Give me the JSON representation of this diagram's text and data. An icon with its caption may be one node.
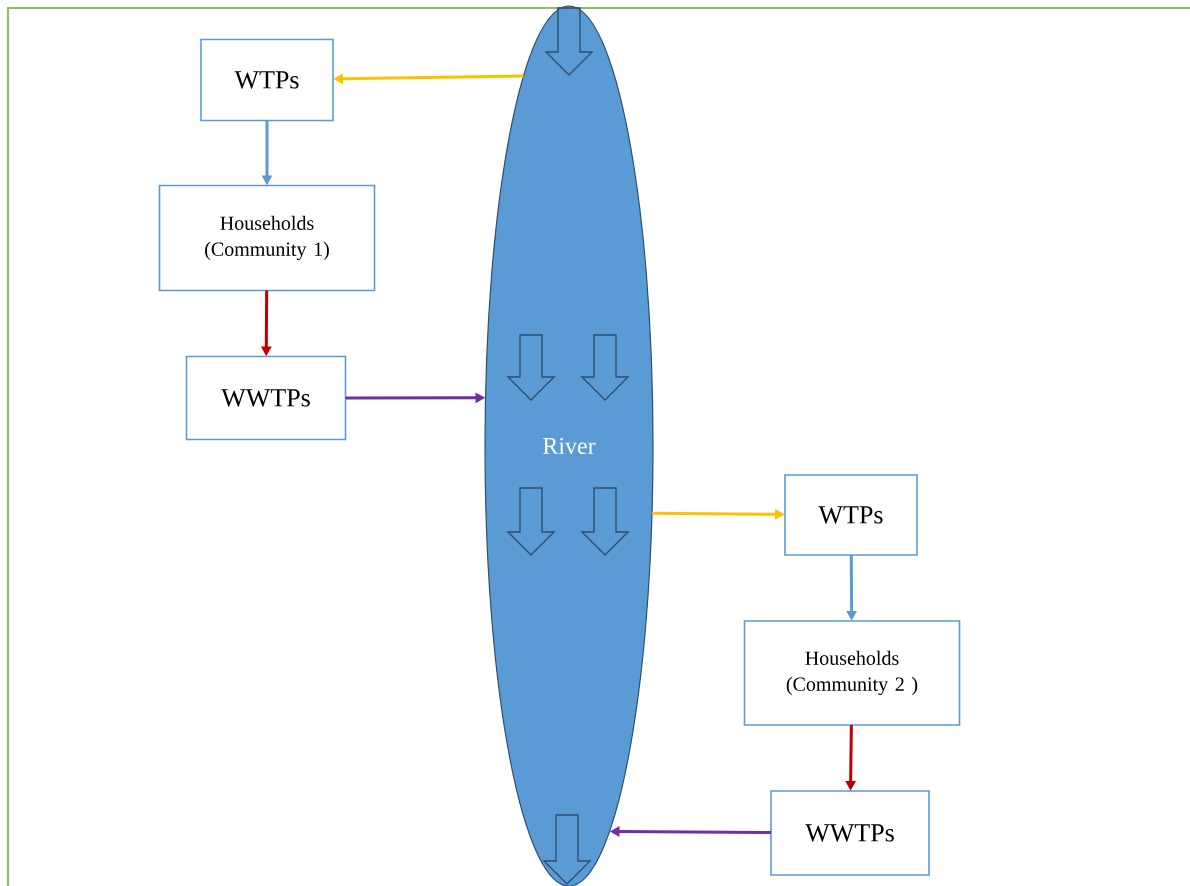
{
  "diagram": {
    "nodes": [
      {
        "text": [
          "River"
        ]
      },
      {
        "text": [
          "WTPs"
        ]
      },
      {
        "text": [
          "Households (Community 1)"
        ]
      },
      {
        "text": [
          "WWTPs"
        ]
      },
      {
        "text": [
          "WTPs"
        ]
      },
      {
        "text": [
          "Households (Community 2 )"
        ]
      },
      {
        "text": [
          "WWTPs"
        ]
      }
    ],
    "edges": [
      {
        "from": 0,
        "to": 1,
        "arrow": "to",
        "color": "#ffc000"
      },
      {
        "from": 1,
        "to": 2,
        "arrow": "to",
        "color": "#5b9bd5"
      },
      {
        "from": 2,
        "to": 3,
        "arrow": "to",
        "color": "#c00000"
      },
      {
        "from": 3,
        "to": 0,
        "arrow": "to",
        "color": "#7030a0"
      },
      {
        "from": 0,
        "to": 4,
        "arrow": "to",
        "color": "#ffc000"
      },
      {
        "from": 4,
        "to": 5,
        "arrow": "to",
        "color": "#5b9bd5"
      },
      {
        "from": 5,
        "to": 6,
        "arrow": "to",
        "color": "#c00000"
      },
      {
        "from": 6,
        "to": 0,
        "arrow": "to",
        "color": "#7030a0"
      }
    ]
  }
}
